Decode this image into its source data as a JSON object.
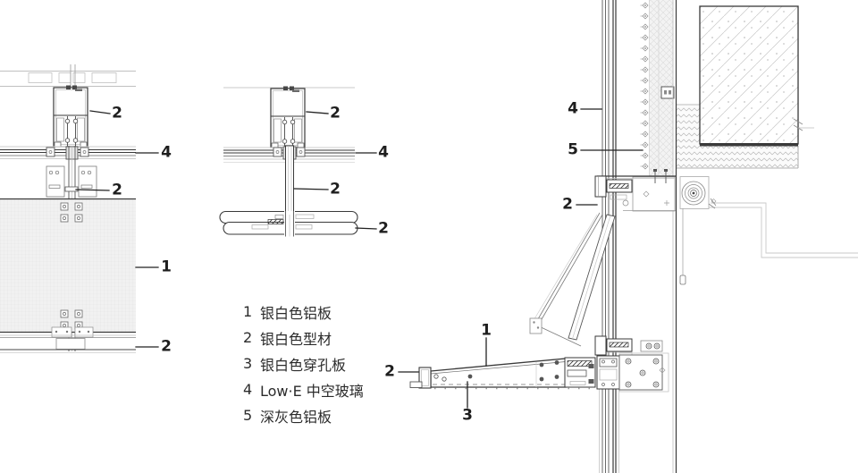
{
  "drawing": {
    "type": "architectural-curtain-wall-detail",
    "callouts": {
      "left_profile_top": "2",
      "left_glazing": "4",
      "left_profile_mid": "2",
      "left_panel": "1",
      "left_spandrel": "2",
      "mid_profile_top": "2",
      "mid_glazing": "4",
      "mid_member": "2",
      "mid_louver": "2",
      "right_glass": "4",
      "right_dark_panel": "5",
      "right_bracket": "2",
      "right_fin_top": "1",
      "right_fin_end": "2",
      "right_perforated": "3"
    },
    "legend": {
      "items": [
        {
          "num": "1",
          "label": "银白色铝板"
        },
        {
          "num": "2",
          "label": "银白色型材"
        },
        {
          "num": "3",
          "label": "银白色穿孔板"
        },
        {
          "num": "4",
          "label": "Low·E 中空玻璃"
        },
        {
          "num": "5",
          "label": "深灰色铝板"
        }
      ]
    },
    "colors": {
      "background": "#ffffff",
      "line_dark": "#3a3a3a",
      "line_medium": "#777777",
      "line_light": "#c6c6c6",
      "text": "#1e1e1e"
    }
  }
}
